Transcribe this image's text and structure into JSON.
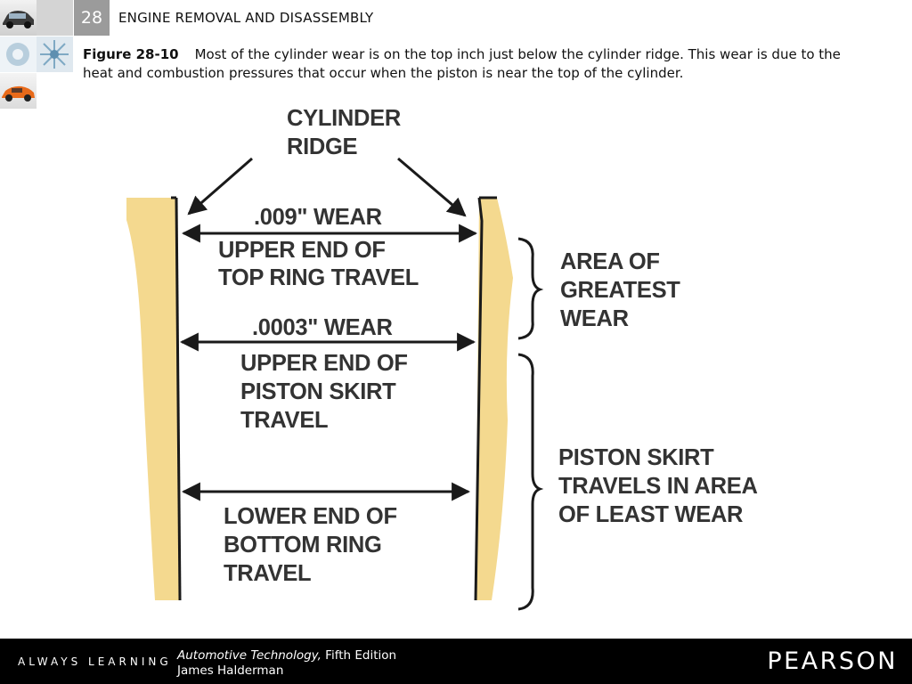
{
  "header": {
    "chapter_number": "28",
    "chapter_title": "ENGINE REMOVAL AND DISASSEMBLY"
  },
  "caption": {
    "figure_label": "Figure 28-10",
    "text": "Most of the cylinder wear is on the top inch just below the cylinder ridge. This wear is due to the heat and combustion pressures that occur when the piston is near the top of the cylinder."
  },
  "diagram": {
    "labels": {
      "cylinder_ridge": [
        "CYLINDER",
        "RIDGE"
      ],
      "wear_top": ".009\" WEAR",
      "upper_top_ring": [
        "UPPER END OF",
        "TOP RING TRAVEL"
      ],
      "wear_mid": ".0003\" WEAR",
      "upper_skirt": [
        "UPPER END OF",
        "PISTON SKIRT",
        "TRAVEL"
      ],
      "lower_bottom_ring": [
        "LOWER END OF",
        "BOTTOM RING",
        "TRAVEL"
      ],
      "greatest_wear": [
        "AREA OF",
        "GREATEST",
        "WEAR"
      ],
      "least_wear": [
        "PISTON SKIRT",
        "TRAVELS IN AREA",
        "OF LEAST WEAR"
      ]
    },
    "colors": {
      "wall_fill": "#f4d98f",
      "line": "#1a1a1a",
      "text": "#333333"
    }
  },
  "footer": {
    "tagline": "ALWAYS LEARNING",
    "book_title": "Automotive Technology,",
    "edition": " Fifth Edition",
    "author": "James Halderman",
    "publisher": "PEARSON"
  }
}
